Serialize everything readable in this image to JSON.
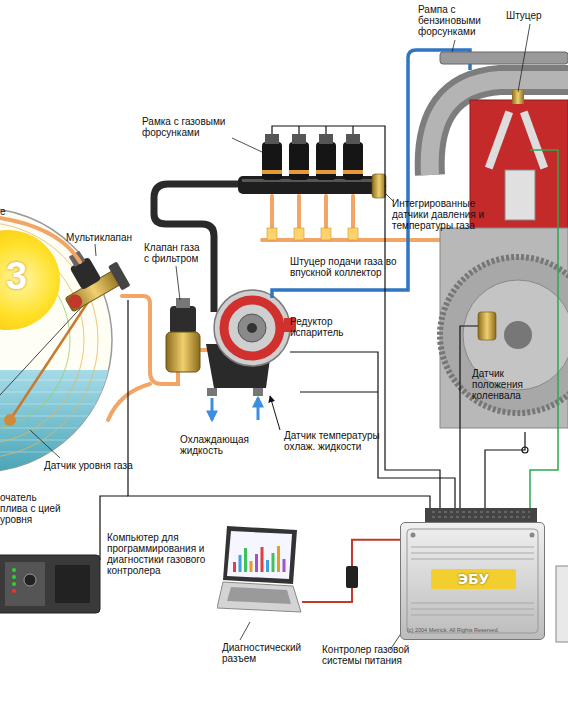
{
  "diagram": {
    "nodes": [
      {
        "text": [
          "3"
        ]
      },
      {
        "text": [
          "Компьютер для программирования и диагностики газового контролера"
        ]
      },
      {
        "text": [
          "ЭБУ",
          "(c) 2004 Metrick. All Rights Reserved."
        ]
      }
    ],
    "edges": [
      {
        "from": 1,
        "to": 2,
        "arrow": "none"
      }
    ],
    "labels": [
      "е",
      "Рампа с бензиновыми форсунками",
      "Штуцер",
      "Рамка с газовыми форсунками",
      "Мультиклапан",
      "Клапан газа с фильтром",
      "Интегрированные датчики давления и температуры газа",
      "Штуцер подачи газа во впускной коллектор",
      "Редуктор испаритель",
      "Охлаждающая жидкость",
      "Датчик температуры охлаж. жидкости",
      "Датчик уровня газа",
      "Датчик положения коленвала",
      "очатель плива с цией уровня",
      "Диагностический разъем",
      "Контролер газовой системы питания"
    ]
  }
}
